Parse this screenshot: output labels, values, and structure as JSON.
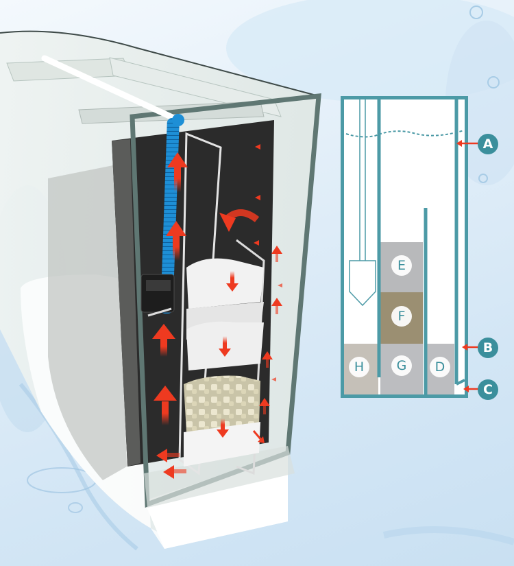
{
  "diagram": {
    "subject": "aquarium rear filtration compartment",
    "colors": {
      "schematic_outline": "#4c9aa6",
      "label_fill": "#3b8f9c",
      "flow_arrow": "#ee3a20",
      "hose": "#1e8fd6",
      "background_panel": "#2b2b2b",
      "frame": "#5f7773"
    },
    "schematic": {
      "labels": [
        {
          "id": "A",
          "text": "A"
        },
        {
          "id": "B",
          "text": "B"
        },
        {
          "id": "C",
          "text": "C"
        },
        {
          "id": "D",
          "text": "D"
        },
        {
          "id": "E",
          "text": "E"
        },
        {
          "id": "F",
          "text": "F"
        },
        {
          "id": "G",
          "text": "G"
        },
        {
          "id": "H",
          "text": "H"
        }
      ]
    }
  }
}
